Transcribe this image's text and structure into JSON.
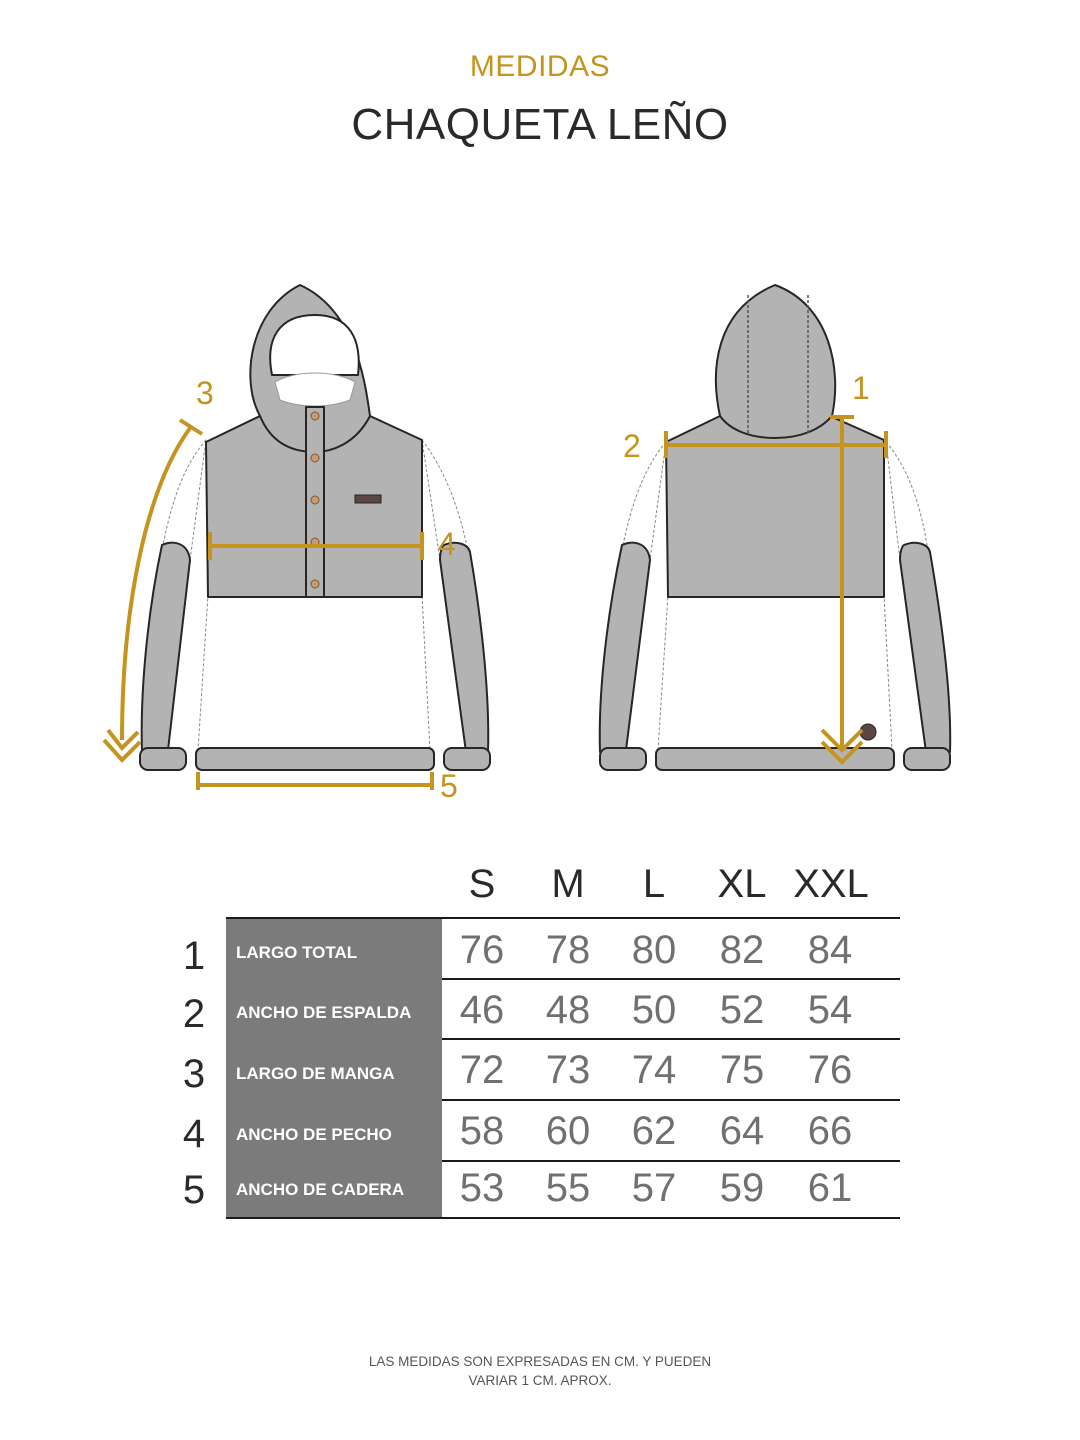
{
  "header": {
    "subtitle": "MEDIDAS",
    "title": "CHAQUETA LEÑO"
  },
  "figures": {
    "front": {
      "name": "front-view",
      "markers": {
        "sleeve_length": "3",
        "chest_width": "4",
        "hip_width": "5"
      }
    },
    "back": {
      "name": "back-view",
      "markers": {
        "total_length": "1",
        "back_width": "2"
      }
    }
  },
  "colors": {
    "accent": "#c4941f",
    "garment_gray": "#b3b3b3",
    "label_bg": "#7b7b7b",
    "outline": "#2b2424",
    "button": "#c99a72"
  },
  "table": {
    "sizes": [
      "S",
      "M",
      "L",
      "XL",
      "XXL"
    ],
    "rows": [
      {
        "num": "1",
        "label": "LARGO TOTAL",
        "values": [
          "76",
          "78",
          "80",
          "82",
          "84"
        ]
      },
      {
        "num": "2",
        "label": "ANCHO DE ESPALDA",
        "values": [
          "46",
          "48",
          "50",
          "52",
          "54"
        ]
      },
      {
        "num": "3",
        "label": "LARGO DE MANGA",
        "values": [
          "72",
          "73",
          "74",
          "75",
          "76"
        ]
      },
      {
        "num": "4",
        "label": "ANCHO DE PECHO",
        "values": [
          "58",
          "60",
          "62",
          "64",
          "66"
        ]
      },
      {
        "num": "5",
        "label": "ANCHO DE CADERA",
        "values": [
          "53",
          "55",
          "57",
          "59",
          "61"
        ]
      }
    ]
  },
  "chart_data": {
    "type": "table",
    "title": "CHAQUETA LEÑO",
    "subtitle": "MEDIDAS",
    "columns": [
      "S",
      "M",
      "L",
      "XL",
      "XXL"
    ],
    "rows": [
      {
        "id": 1,
        "name": "LARGO TOTAL",
        "values": [
          76,
          78,
          80,
          82,
          84
        ]
      },
      {
        "id": 2,
        "name": "ANCHO DE ESPALDA",
        "values": [
          46,
          48,
          50,
          52,
          54
        ]
      },
      {
        "id": 3,
        "name": "LARGO DE MANGA",
        "values": [
          72,
          73,
          74,
          75,
          76
        ]
      },
      {
        "id": 4,
        "name": "ANCHO DE PECHO",
        "values": [
          58,
          60,
          62,
          64,
          66
        ]
      },
      {
        "id": 5,
        "name": "ANCHO DE CADERA",
        "values": [
          53,
          55,
          57,
          59,
          61
        ]
      }
    ],
    "units": "cm"
  },
  "footnote": {
    "line1": "LAS MEDIDAS SON EXPRESADAS EN CM. Y PUEDEN",
    "line2": "VARIAR 1 CM. APROX."
  }
}
